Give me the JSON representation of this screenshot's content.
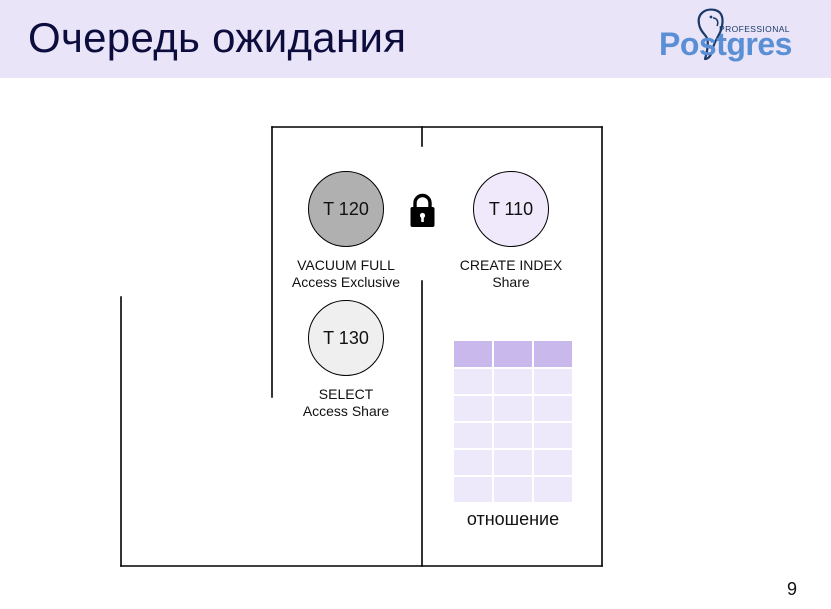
{
  "slide": {
    "title": "Очередь ожидания",
    "page_number": "9",
    "colors": {
      "header_bg": "#e9e4f8",
      "title": "#0d0d3d"
    }
  },
  "logo": {
    "top_text": "PROFESSIONAL",
    "word": "Postgres",
    "color": "#5a8fd6"
  },
  "transactions": [
    {
      "id": "T 120",
      "line1": "VACUUM FULL",
      "line2": "Access Exclusive",
      "fill": "#b0b0b0"
    },
    {
      "id": "T 110",
      "line1": "CREATE INDEX",
      "line2": "Share",
      "fill": "#efe9fb"
    },
    {
      "id": "T 130",
      "line1": "SELECT",
      "line2": "Access Share",
      "fill": "#efefef"
    }
  ],
  "lock": {
    "icon": "lock-icon"
  },
  "relation": {
    "label": "отношение",
    "columns": 3,
    "rows": 5,
    "header_color": "#c8b8ec",
    "cell_color": "#eee8fb"
  }
}
